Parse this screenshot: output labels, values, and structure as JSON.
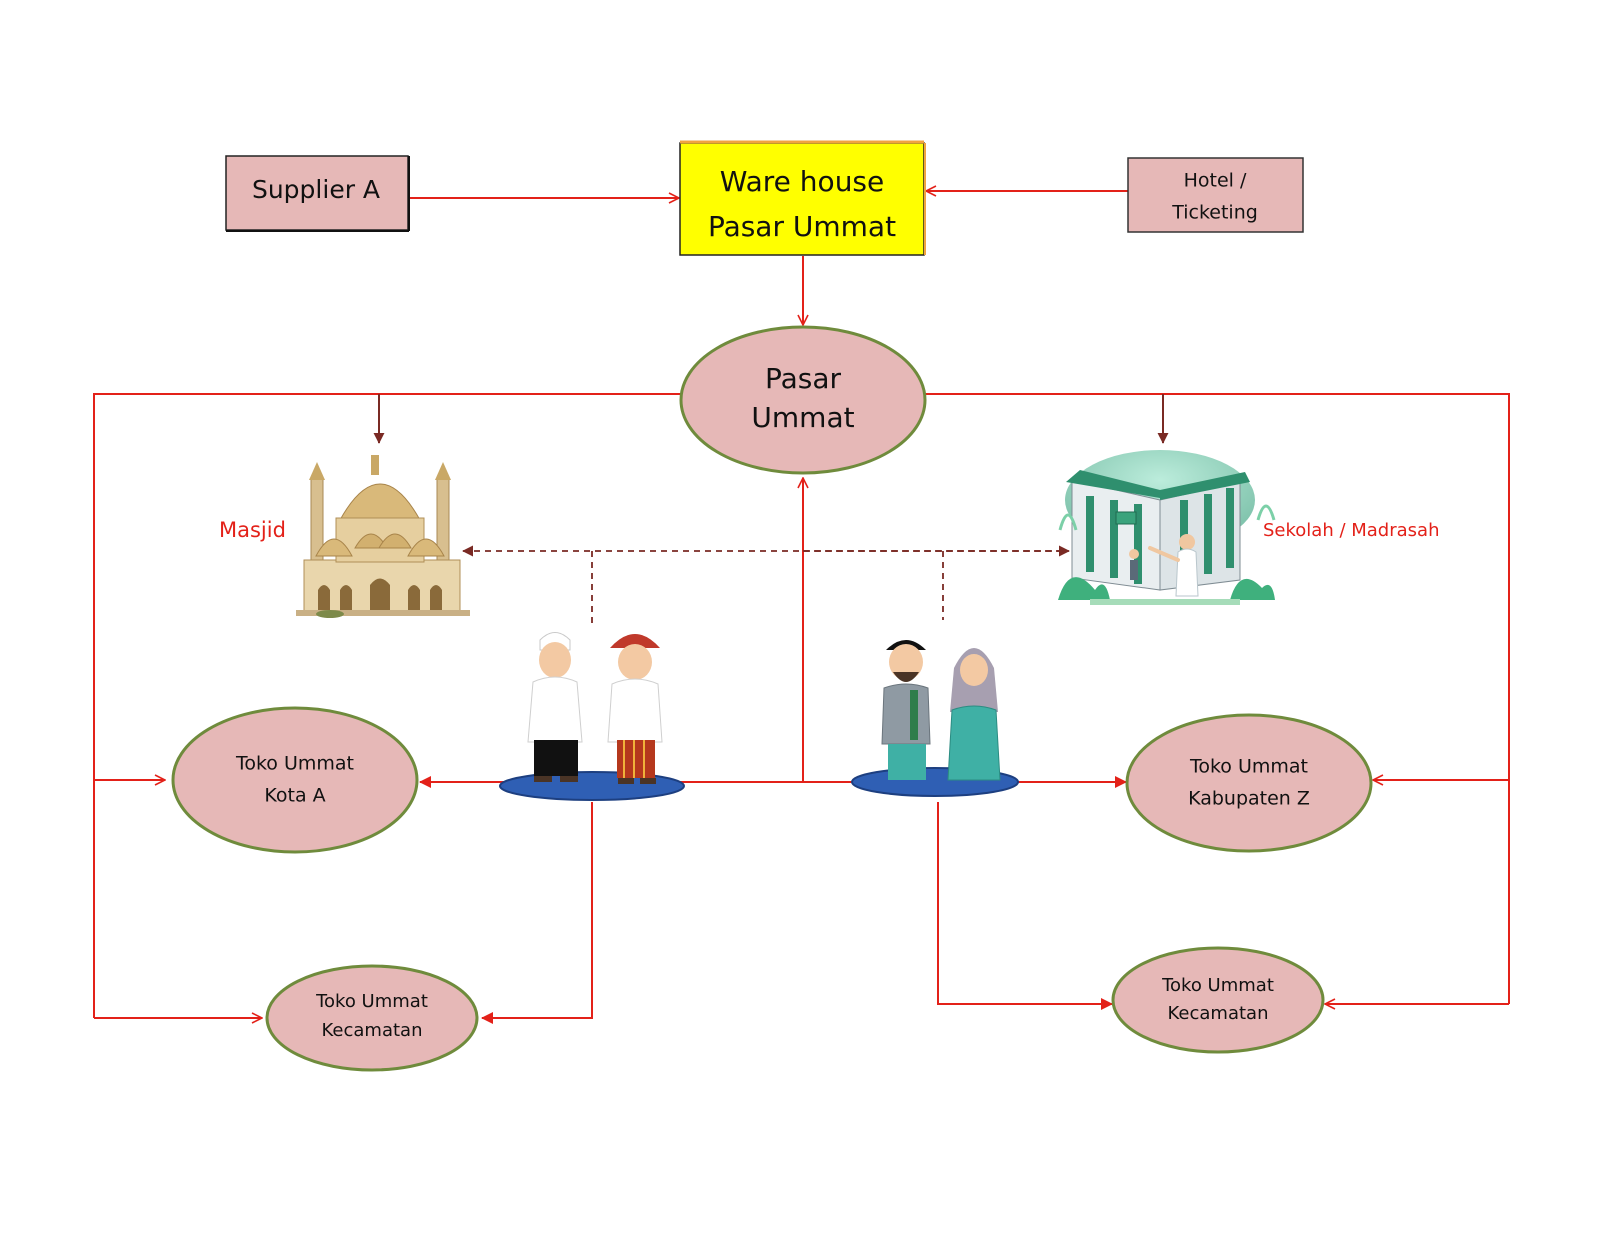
{
  "nodes": {
    "supplier": "Supplier A",
    "warehouse_line1": "Ware house",
    "warehouse_line2": "Pasar Ummat",
    "hotel_line1": "Hotel /",
    "hotel_line2": "Ticketing",
    "pasar_line1": "Pasar",
    "pasar_line2": "Ummat",
    "toko_kota_line1": "Toko Ummat",
    "toko_kota_line2": "Kota A",
    "toko_kab_line1": "Toko Ummat",
    "toko_kab_line2": "Kabupaten Z",
    "toko_kec_left_line1": "Toko Ummat",
    "toko_kec_left_line2": "Kecamatan",
    "toko_kec_right_line1": "Toko Ummat",
    "toko_kec_right_line2": "Kecamatan"
  },
  "labels": {
    "masjid": "Masjid",
    "sekolah": "Sekolah / Madrasah"
  },
  "icons": {
    "mosque": "mosque-illustration",
    "school": "school-illustration",
    "boys": "two-muslim-boys-illustration",
    "couple": "muslim-couple-illustration"
  },
  "colors": {
    "arrow": "#e32119",
    "dashed_arrow": "#7a2a24",
    "box_fill": "#e6b8b7",
    "warehouse_fill": "#ffff00",
    "ellipse_border": "#6f8b3c",
    "label_red": "#e32119"
  }
}
